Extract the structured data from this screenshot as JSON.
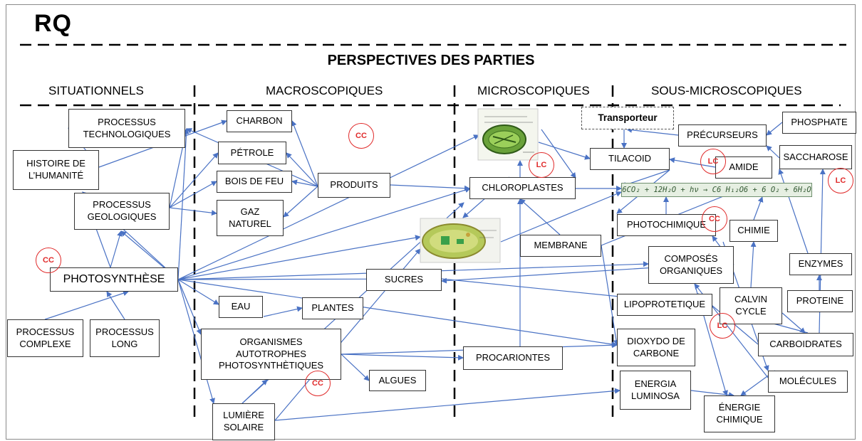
{
  "header": {
    "code": "RQ",
    "title": "PERSPECTIVES DES PARTIES"
  },
  "columns": [
    "SITUATIONNELS",
    "MACROSCOPIQUES",
    "MICROSCOPIQUES",
    "SOUS-MICROSCOPIQUES"
  ],
  "nodes": {
    "processus_technologiques": "PROCESSUS\nTECHNOLOGIQUES",
    "histoire": "HISTOIRE DE\nL’HUMANITÉ",
    "processus_geologiques": "PROCESSUS\nGEOLOGIQUES",
    "photosynthese": "PHOTOSYNTHÈSE",
    "processus_complexe": "PROCESSUS\nCOMPLEXE",
    "processus_long": "PROCESSUS\nLONG",
    "charbon": "CHARBON",
    "petrole": "PÉTROLE",
    "bois_de_feu": "BOIS DE FEU",
    "gaz_naturel": "GAZ\nNATUREL",
    "produits": "PRODUITS",
    "eau": "EAU",
    "plantes": "PLANTES",
    "organismes": "ORGANISMES\nAUTOTROPHES\nPHOTOSYNTHÈTIQUES",
    "algues": "ALGUES",
    "lumiere_solaire": "LUMIÈRE\nSOLAIRE",
    "sucres": "SUCRES",
    "chloroplastes": "CHLOROPLASTES",
    "membrane": "MEMBRANE",
    "procariontes": "PROCARIONTES",
    "transporteur": "Transporteur",
    "tilacoid": "TILACOID",
    "precurseurs": "PRÉCURSEURS",
    "phosphate": "PHOSPHATE",
    "saccharose": "SACCHAROSE",
    "amide": "AMIDE",
    "photochimique": "PHOTOCHIMIQUE",
    "chimie": "CHIMIE",
    "composes": "COMPOSÉS\nORGANIQUES",
    "enzymes": "ENZYMES",
    "lipoprotetique": "LIPOPROTETIQUE",
    "calvin": "CALVIN\nCYCLE",
    "proteine": "PROTEINE",
    "dioxydo": "DIOXYDO DE\nCARBONE",
    "carboidrates": "CARBOIDRATES",
    "energia_luminosa": "ENERGIA\nLUMINOSA",
    "energie_chimique": "ÉNERGIE\nCHIMIQUE",
    "molecules": "MOLÉCULES"
  },
  "equation": "6CO₂ + 12H₂O + hν → C6 H₁₂O6 + 6 O₂ + 6H₂O",
  "badges": {
    "cc": "CC",
    "lc": "LC"
  },
  "colors": {
    "arrow": "#4a72c4",
    "badge": "#e02b2b",
    "divider": "#000000"
  }
}
